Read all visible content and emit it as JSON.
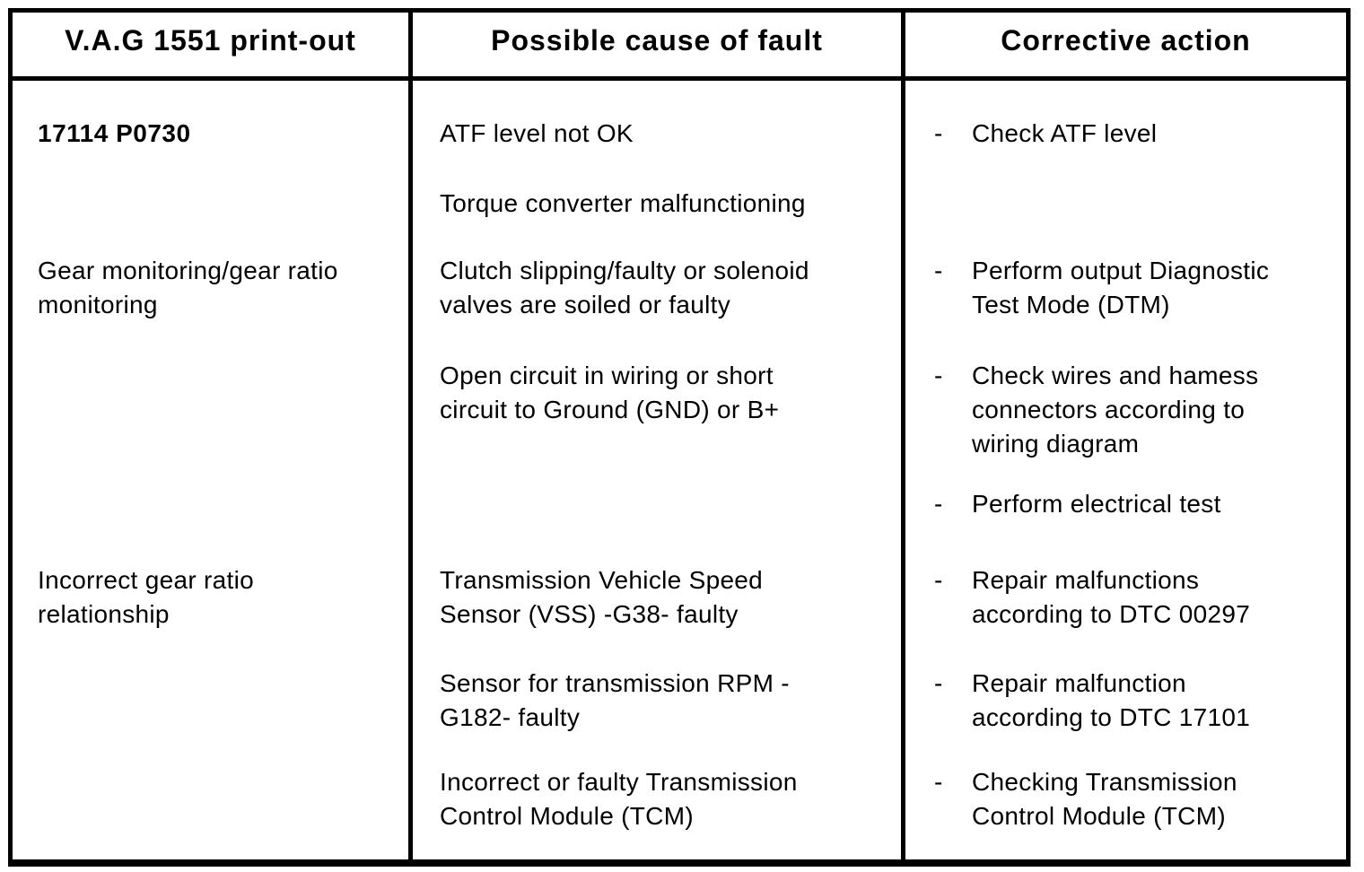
{
  "header": {
    "col1": "V.A.G 1551 print-out",
    "col2": "Possible cause of fault",
    "col3": "Corrective action"
  },
  "body": {
    "printout": [
      {
        "lines": [
          "17114 P0730"
        ]
      },
      {
        "lines": [
          "Gear monitoring/gear ratio",
          "monitoring"
        ]
      },
      {
        "lines": [
          "Incorrect gear ratio",
          "relationship"
        ]
      }
    ],
    "causes": [
      {
        "lines": [
          "ATF level not OK"
        ]
      },
      {
        "lines": [
          "Torque converter malfunctioning"
        ]
      },
      {
        "lines": [
          "Clutch slipping/faulty or solenoid",
          "valves are soiled or faulty"
        ]
      },
      {
        "lines": [
          "Open circuit in wiring or short",
          "circuit to Ground (GND) or B+"
        ]
      },
      {
        "lines": [
          "Transmission Vehicle Speed",
          "Sensor (VSS) -G38- faulty"
        ]
      },
      {
        "lines": [
          "Sensor for transmission RPM -",
          "G182- faulty"
        ]
      },
      {
        "lines": [
          "Incorrect or faulty Transmission",
          "Control Module (TCM)"
        ]
      }
    ],
    "actions": [
      {
        "marker": "-",
        "lines": [
          "Check ATF level"
        ]
      },
      {
        "marker": "-",
        "lines": [
          "Perform output Diagnostic",
          "Test Mode (DTM)"
        ]
      },
      {
        "marker": "-",
        "lines": [
          "Check wires and hamess",
          "connectors according to",
          "wiring diagram"
        ]
      },
      {
        "marker": "-",
        "lines": [
          "Perform electrical test"
        ]
      },
      {
        "marker": "-",
        "lines": [
          "Repair malfunctions",
          "according to DTC 00297"
        ]
      },
      {
        "marker": "-",
        "lines": [
          "Repair malfunction",
          "according to DTC 17101"
        ]
      },
      {
        "marker": "-",
        "lines": [
          "Checking Transmission",
          "Control Module (TCM)"
        ]
      }
    ]
  },
  "colors": {
    "border": "#000000",
    "background": "#ffffff",
    "text": "#000000"
  }
}
